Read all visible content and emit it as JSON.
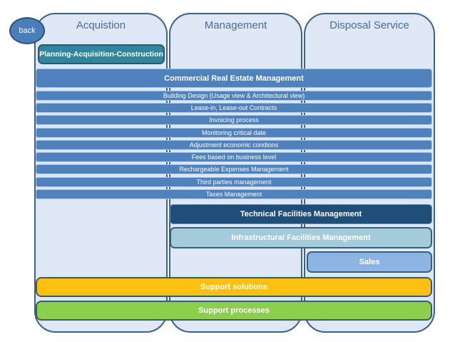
{
  "back_button": {
    "label": "back"
  },
  "columns": [
    {
      "label": "Acquistion"
    },
    {
      "label": "Management"
    },
    {
      "label": "Disposal Service"
    }
  ],
  "acquisition": {
    "planning_label": "Planning-Acquisition-Construction"
  },
  "management": {
    "commercial_header": "Commercial Real Estate Management",
    "process_rows": [
      "Building Design (Usage view & Architectural view)",
      "Lease-in, Lease-out Contracts",
      "Invoicing process",
      "Monitoring critical date",
      "Adjustment economic condions",
      "Fees based on business level",
      "Rechargeable Expenses Management",
      "Third parties management",
      "Taxes Management"
    ],
    "technical_header": "Technical Facilities Management",
    "infrastructural_header": "Infrastructural Facilities Management"
  },
  "disposal": {
    "sales_label": "Sales"
  },
  "support": {
    "solutions_label": "Support solutions",
    "processes_label": "Support processes"
  },
  "colors": {
    "column_fill": "#dde8f4",
    "column_border": "#3c618c",
    "process_blue": "#4f81bd",
    "dark_navy": "#1f4e79",
    "pale_teal": "#a5cbdb",
    "sales_blue": "#8db4e2",
    "planning_teal": "#31859c",
    "back_blue": "#4a7ebb",
    "support_gold": "#fdbf10",
    "support_green": "#8ccf4d"
  }
}
